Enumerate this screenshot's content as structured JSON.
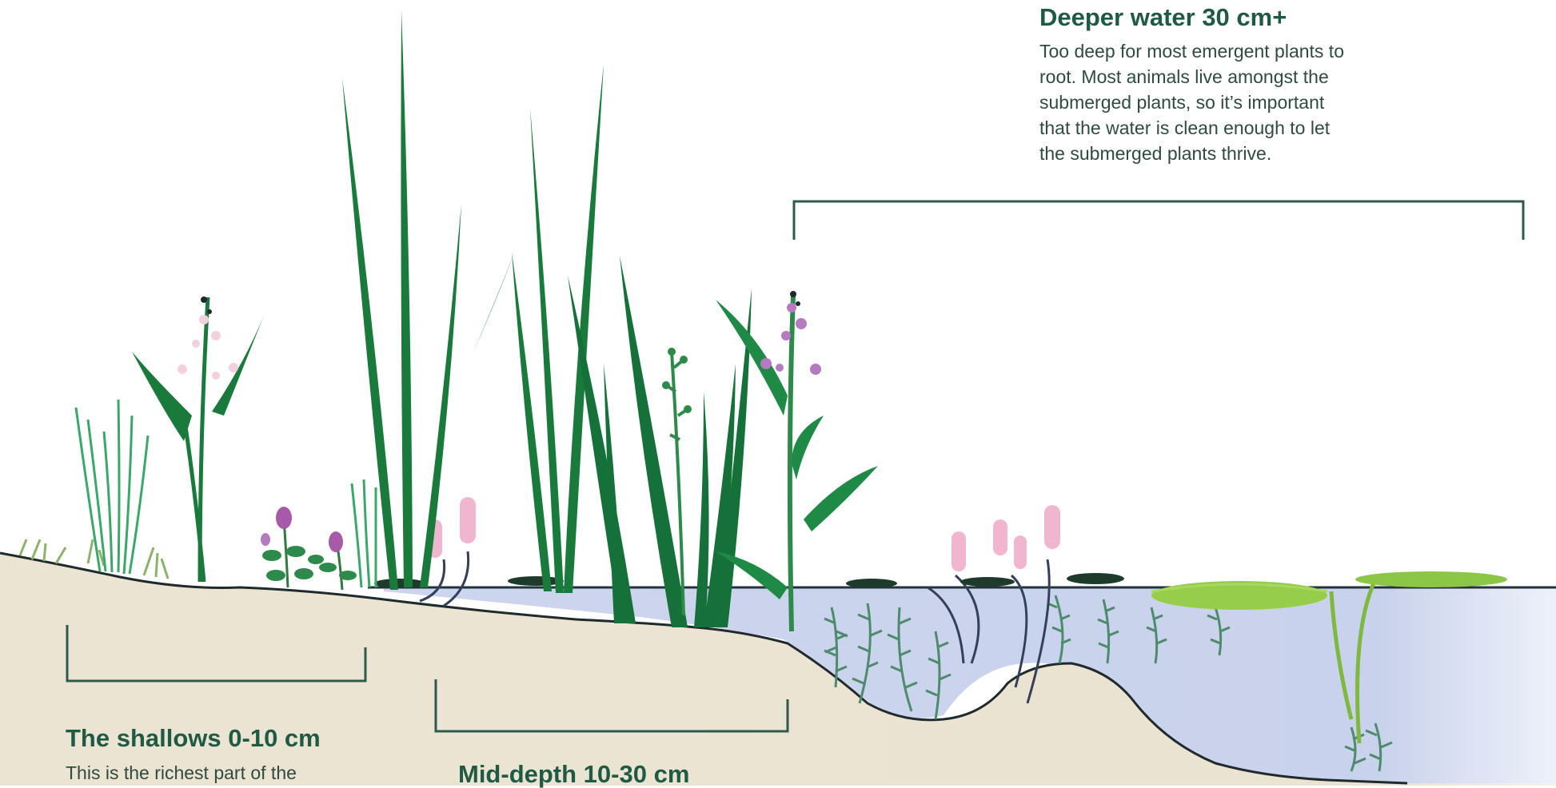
{
  "zones": {
    "deeper": {
      "title": "Deeper water 30 cm+",
      "lines": [
        "Too deep for most emergent plants to",
        "root. Most animals live amongst the",
        "submerged plants, so it’s important",
        "that the water is clean enough to let",
        "the submerged plants thrive."
      ]
    },
    "shallows": {
      "title": "The shallows 0-10 cm",
      "lines": [
        "This is the richest part of the"
      ]
    },
    "mid": {
      "title": "Mid-depth 10-30 cm"
    }
  },
  "colors": {
    "water": "#c9d2ec",
    "soil": "#ebe3d2",
    "bracket": "#2d5a4a",
    "title": "#1f5a45",
    "reed_dark": "#1a7a3c",
    "reed_light": "#2e9a55",
    "flower_pink": "#f0b6cf",
    "flower_purple": "#a65aa8",
    "lily_pad": "#8cc646",
    "submerged": "#4e8a6c"
  },
  "icons": [
    "reed-icon",
    "arrowhead-plant-icon",
    "bistort-flower-icon",
    "water-mint-icon",
    "lily-pad-icon",
    "submerged-weed-icon"
  ]
}
